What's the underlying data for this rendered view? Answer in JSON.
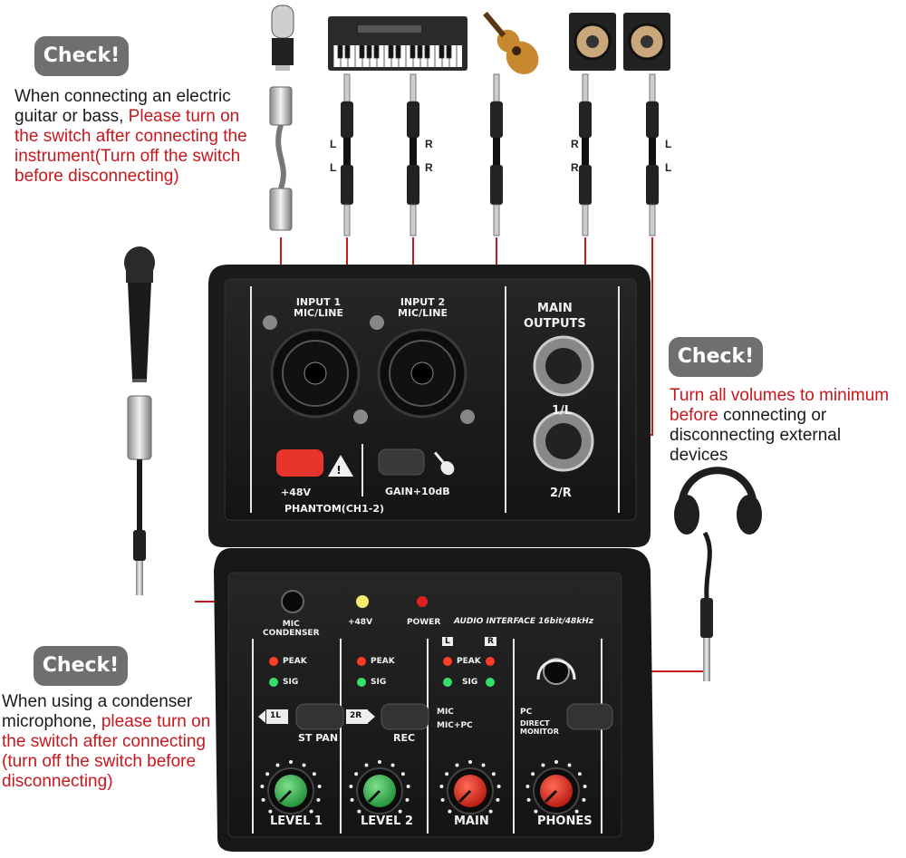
{
  "callouts": [
    {
      "badge": "Check!",
      "text_black": "When connecting an electric guitar or bass, ",
      "text_red": "Please turn on the switch after connecting the instrument(Turn off the switch before disconnecting)",
      "text_tail": ""
    },
    {
      "badge": "Check!",
      "text_red": "Turn all volumes to minimum before",
      "text_black": " connecting or disconnecting external devices"
    },
    {
      "badge": "Check!",
      "text_black": "When using a condenser microphone, ",
      "text_red": "please turn on the switch after connecting (turn off the switch before disconnecting)"
    }
  ],
  "cable_markers": {
    "left_pair": [
      "L",
      "L"
    ],
    "mid_pair": [
      "R",
      "R"
    ],
    "out_r": [
      "R",
      "R"
    ],
    "out_l": [
      "L",
      "L"
    ]
  },
  "device": {
    "input1": "INPUT 1\nMIC/LINE",
    "input2": "INPUT 2\nMIC/LINE",
    "main_outputs": "MAIN\nOUTPUTS",
    "out1": "1/L",
    "out2": "2/R",
    "phantom_btn": "+48V",
    "phantom_label": "PHANTOM(CH1-2)",
    "gain_label": "GAIN+10dB",
    "mic_condenser": "MIC\nCONDENSER",
    "led_48v": "+48V",
    "led_power": "POWER",
    "audio_interface": "AUDIO INTERFACE  16bit/48kHz",
    "peak": "PEAK",
    "sig": "SIG",
    "lr_l": "L",
    "lr_r": "R",
    "stpan_1l": "1L",
    "stpan_2r": "2R",
    "stpan": "ST PAN",
    "rec": "REC",
    "mic_mode": "MIC",
    "micpc_mode": "MIC+PC",
    "pc": "PC",
    "direct_monitor": "DIRECT\nMONITOR",
    "level1": "LEVEL 1",
    "level2": "LEVEL 2",
    "main": "MAIN",
    "phones": "PHONES"
  },
  "colors": {
    "accent_red": "#c8171d",
    "badge_gray": "#6f6f6f",
    "panel": "#1a1a1a",
    "green_knob": "#2fb24a",
    "red_knob": "#d52a20"
  }
}
